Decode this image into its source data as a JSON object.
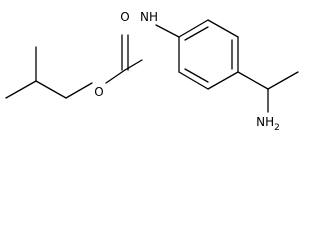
{
  "molecule": {
    "atoms": {
      "amide_nh": "NH",
      "amine": "NH",
      "amine_subscript": "2",
      "ester_oxygen": "O",
      "carbonyl_oxygen": "O"
    },
    "colors": {
      "bond": "#000000",
      "label": "#000000",
      "background": "#ffffff"
    }
  }
}
